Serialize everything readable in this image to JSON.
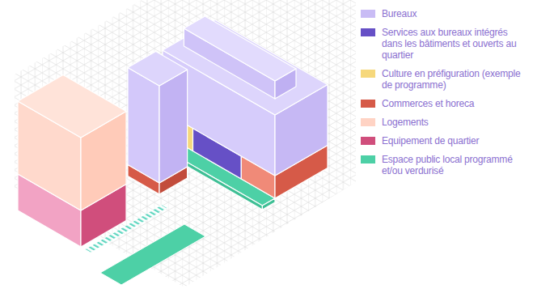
{
  "diagram": {
    "legend": [
      {
        "text": "Bureaux",
        "color": "#c9bcf5"
      },
      {
        "text": "Services aux bureaux intégrés dans les bâtiments et ouverts au quartier",
        "color": "#6650c6"
      },
      {
        "text": "Culture en préfiguration (exemple de programme)",
        "color": "#f6d87c"
      },
      {
        "text": "Commerces et horeca",
        "color": "#d65a48"
      },
      {
        "text": "Logements",
        "color": "#ffd3c4"
      },
      {
        "text": "Equipement de quartier",
        "color": "#d04e7c"
      },
      {
        "text": "Espace public local programmé et/ou verdurisé",
        "color": "#4dd0a6"
      }
    ]
  }
}
